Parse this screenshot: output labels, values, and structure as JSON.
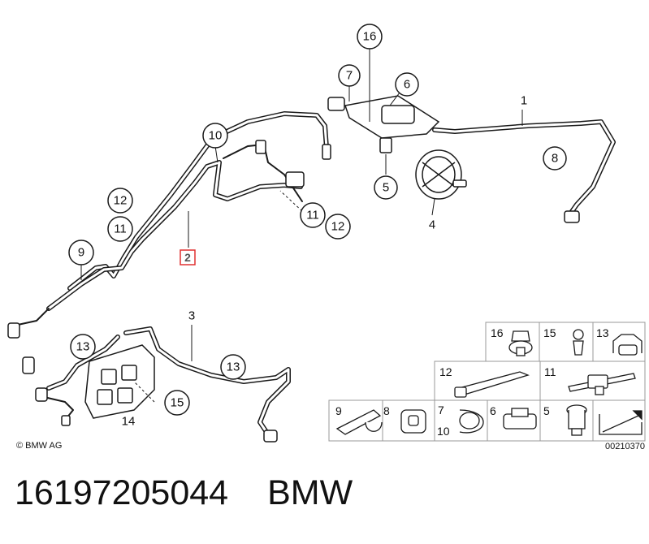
{
  "diagram": {
    "callouts": {
      "c16_top": "16",
      "c7_top": "7",
      "c6_top": "6",
      "c1": "1",
      "c8": "8",
      "c5_top": "5",
      "c4": "4",
      "c10": "10",
      "c12_left": "12",
      "c11_left": "11",
      "c9": "9",
      "c11_right": "11",
      "c12_right": "12",
      "c3": "3",
      "c13_left": "13",
      "c13_right": "13",
      "c15": "15",
      "c14": "14"
    },
    "highlighted_part": "2",
    "copyright": "© BMW AG",
    "doc_number": "00210370"
  },
  "inset": {
    "cells": {
      "i16": "16",
      "i15": "15",
      "i13": "13",
      "i12": "12",
      "i11": "11",
      "i9": "9",
      "i8": "8",
      "i7": "7",
      "i10": "10",
      "i6": "6",
      "i5": "5"
    }
  },
  "footer": {
    "part_number": "16197205044",
    "brand": "BMW"
  },
  "colors": {
    "line": "#1a1a1a",
    "highlight": "#e03030",
    "inset_border": "#999999"
  }
}
